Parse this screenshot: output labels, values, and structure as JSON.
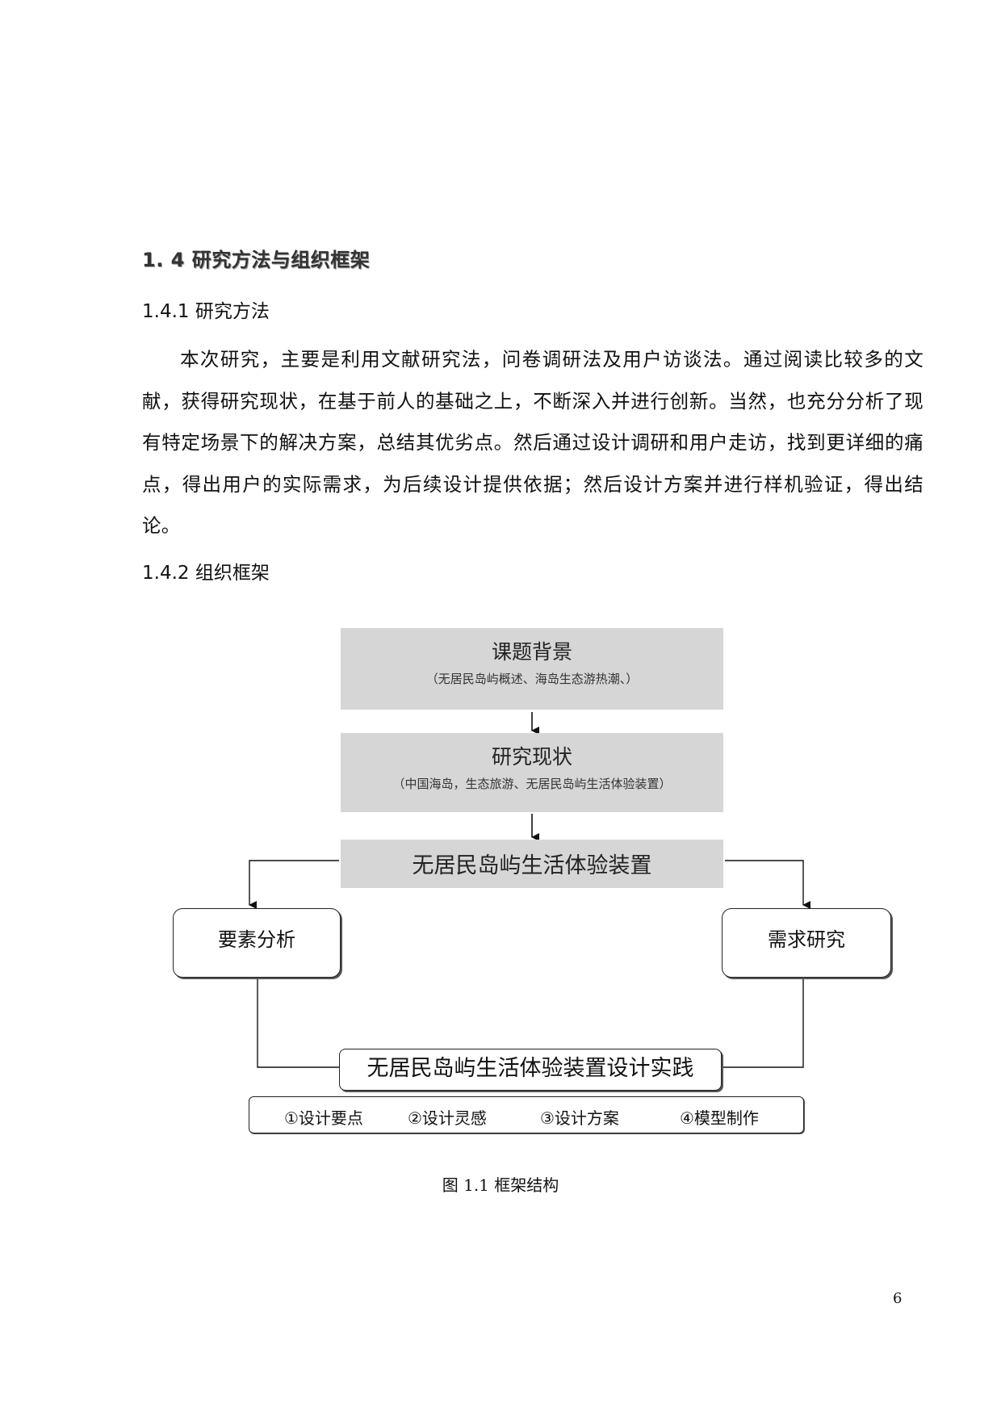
{
  "section": {
    "heading": "1. 4 研究方法与组织框架"
  },
  "method": {
    "heading": "1.4.1 研究方法",
    "paragraph": "本次研究，主要是利用文献研究法，问卷调研法及用户访谈法。通过阅读比较多的文献，获得研究现状，在基于前人的基础之上，不断深入并进行创新。当然，也充分分析了现有特定场景下的解决方案，总结其优劣点。然后通过设计调研和用户走访，找到更详细的痛点，得出用户的实际需求，为后续设计提供依据；然后设计方案并进行样机验证，得出结论。"
  },
  "framework": {
    "heading": "1.4.2 组织框架",
    "background": {
      "title": "课题背景",
      "detail": "（无居民岛屿概述、海岛生态游热潮、）"
    },
    "status": {
      "title": "研究现状",
      "detail": "（中国海岛，生态旅游、无居民岛屿生活体验装置）"
    },
    "device": {
      "title": "无居民岛屿生活体验装置"
    },
    "elements": {
      "title": "要素分析"
    },
    "needs": {
      "title": "需求研究"
    },
    "practice": {
      "title": "无居民岛屿生活体验装置设计实践"
    },
    "steps": [
      "①设计要点",
      "②设计灵感",
      "③设计方案",
      "④模型制作"
    ],
    "caption": "图  1.1 框架结构"
  },
  "page_number": "6"
}
